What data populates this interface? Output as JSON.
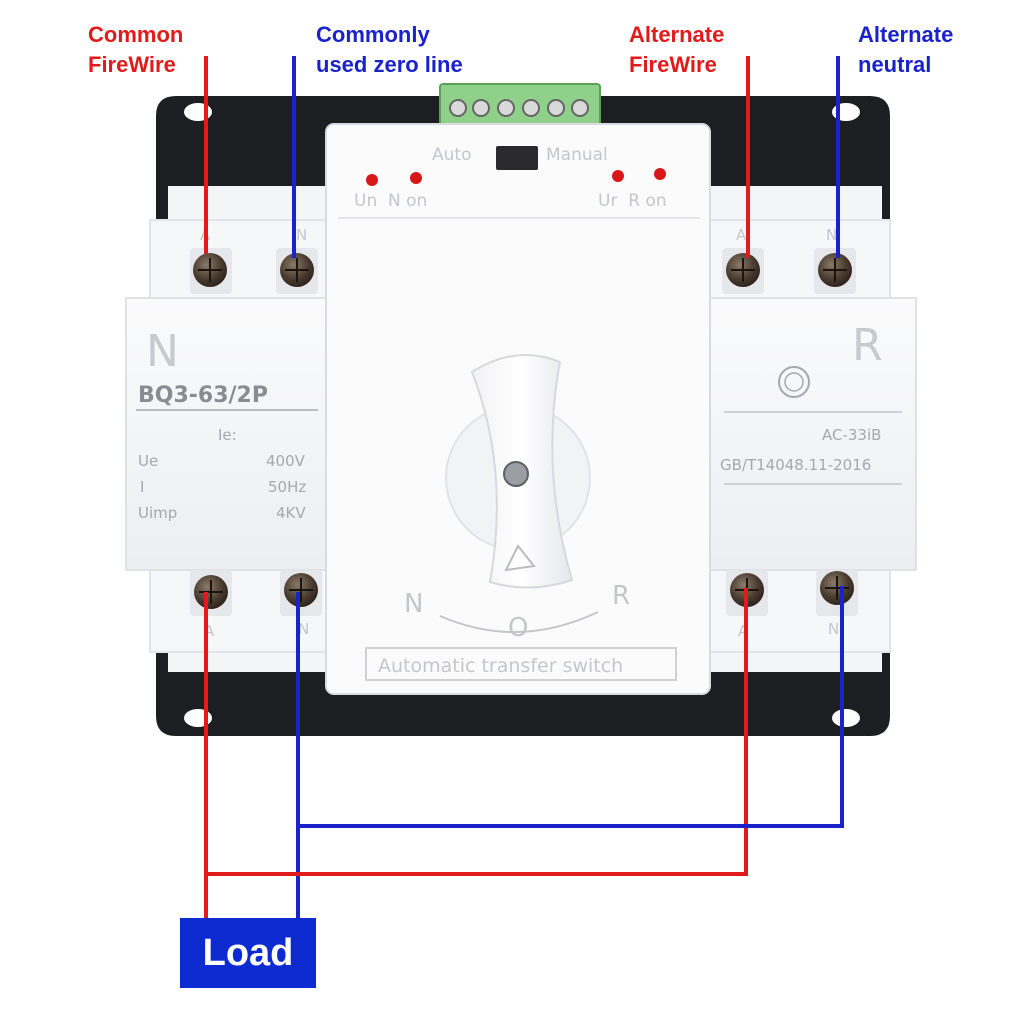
{
  "labels": {
    "common_firewire": [
      "Common",
      "FireWire"
    ],
    "common_zero": [
      "Commonly",
      "used zero line"
    ],
    "alternate_firewire": [
      "Alternate",
      "FireWire"
    ],
    "alternate_neutral": [
      "Alternate",
      "neutral"
    ]
  },
  "load_label": "Load",
  "device": {
    "left_letter": "N",
    "right_letter": "R",
    "model": "BQ3-63/2P",
    "ie_label": "Ie:",
    "specs": [
      {
        "name": "Ue",
        "value": "400V"
      },
      {
        "name": "I",
        "value": "50Hz"
      },
      {
        "name": "Uimp",
        "value": "4KV"
      }
    ],
    "category": "AC-33iB",
    "standard": "GB/T14048.11-2016",
    "mode_auto": "Auto",
    "mode_manual": "Manual",
    "indicator_left": "Un  N on",
    "indicator_right": "Ur  R on",
    "terminal_top": [
      "A",
      "N",
      "A",
      "N"
    ],
    "terminal_bottom": [
      "A",
      "N",
      "A",
      "N"
    ],
    "dial_positions": [
      "N",
      "O",
      "R"
    ],
    "nameplate": "Automatic transfer switch"
  },
  "colors": {
    "live": "#e11b1b",
    "neutral": "#1a23c9",
    "load_box": "#0d2bd0"
  }
}
